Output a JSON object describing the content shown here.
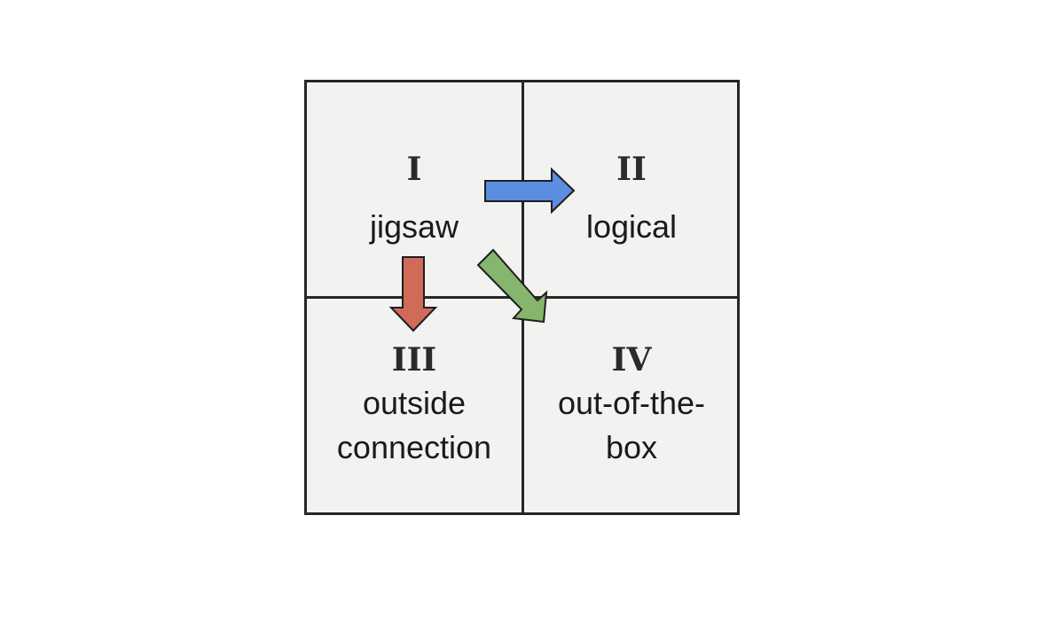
{
  "quadrants": [
    {
      "numeral": "I",
      "label": "jigsaw"
    },
    {
      "numeral": "II",
      "label": "logical"
    },
    {
      "numeral": "III",
      "label_line1": "outside",
      "label_line2": "connection"
    },
    {
      "numeral": "IV",
      "label_line1": "out-of-the-",
      "label_line2": "box"
    }
  ],
  "arrows": [
    {
      "name": "I-to-II",
      "color": "#5b8ee0"
    },
    {
      "name": "I-to-III",
      "color": "#d06b5a"
    },
    {
      "name": "I-to-IV",
      "color": "#86b56e"
    }
  ]
}
